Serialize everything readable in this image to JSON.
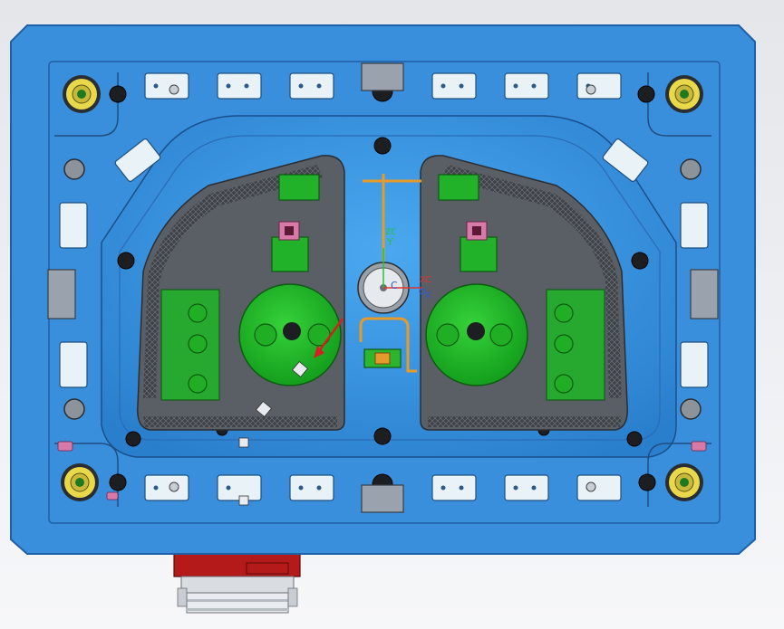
{
  "viewport": {
    "background_top": "#e4e6ea",
    "background_bottom": "#f6f7f9"
  },
  "model": {
    "plate_color": "#3a8fdc",
    "plate_edge": "#1f5fa6",
    "cavity_color": "#3e9be6",
    "insert_color": "#5a5f66",
    "core_color": "#22b22a",
    "core_dark": "#0e7a16",
    "accent_yellow": "#e8d84a",
    "accent_red": "#b51a1a",
    "accent_orange": "#e59a2a",
    "accent_pink": "#d87aa8"
  },
  "csys": {
    "axis_y": "Y",
    "axis_x": "X",
    "label_zc": "ZC",
    "label_xc": "XC",
    "label_c": "C",
    "color_y": "#27c23a",
    "color_x": "#e0342d",
    "color_z": "#2f5ad6"
  }
}
